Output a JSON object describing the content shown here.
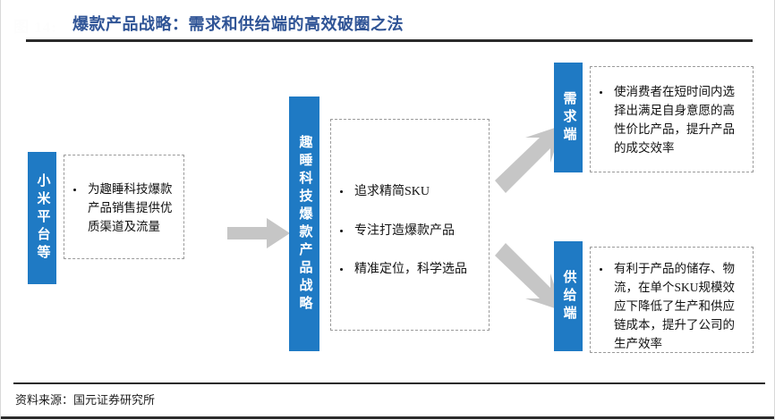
{
  "header": {
    "figure_label": "图 14:",
    "title": "爆款产品战略：需求和供给端的高效破圈之法",
    "title_color": "#2f5496"
  },
  "footer": {
    "source": "资料来源：国元证券研究所"
  },
  "theme": {
    "blue": "#1f7ac4",
    "arrow_gray": "#c6c6c6",
    "dash_gray": "#9a9a9a"
  },
  "diagram": {
    "type": "flow",
    "nodes": {
      "channel": {
        "label": "小米平台等",
        "orientation": "vertical",
        "bullets": [
          "为趣睡科技爆款产品销售提供优质渠道及流量"
        ]
      },
      "strategy": {
        "label": "趣睡科技爆款产品战略",
        "orientation": "vertical",
        "bullets": [
          "追求精简SKU",
          "专注打造爆款产品",
          "精准定位，科学选品"
        ]
      },
      "demand": {
        "label": "需求端",
        "orientation": "vertical",
        "bullets": [
          "使消费者在短时间内选择出满足自身意愿的高性价比产品，提升产品的成交效率"
        ]
      },
      "supply": {
        "label": "供给端",
        "orientation": "vertical",
        "bullets": [
          "有利于产品的储存、物流，在单个SKU规模效应下降低了生产和供应链成本，提升了公司的生产效率"
        ]
      }
    },
    "connectors": [
      {
        "name": "channel-to-strategy",
        "icon": "arrow-right-icon"
      },
      {
        "name": "strategy-to-demand",
        "icon": "arrow-up-right-icon"
      },
      {
        "name": "strategy-to-supply",
        "icon": "arrow-down-right-icon"
      }
    ]
  }
}
